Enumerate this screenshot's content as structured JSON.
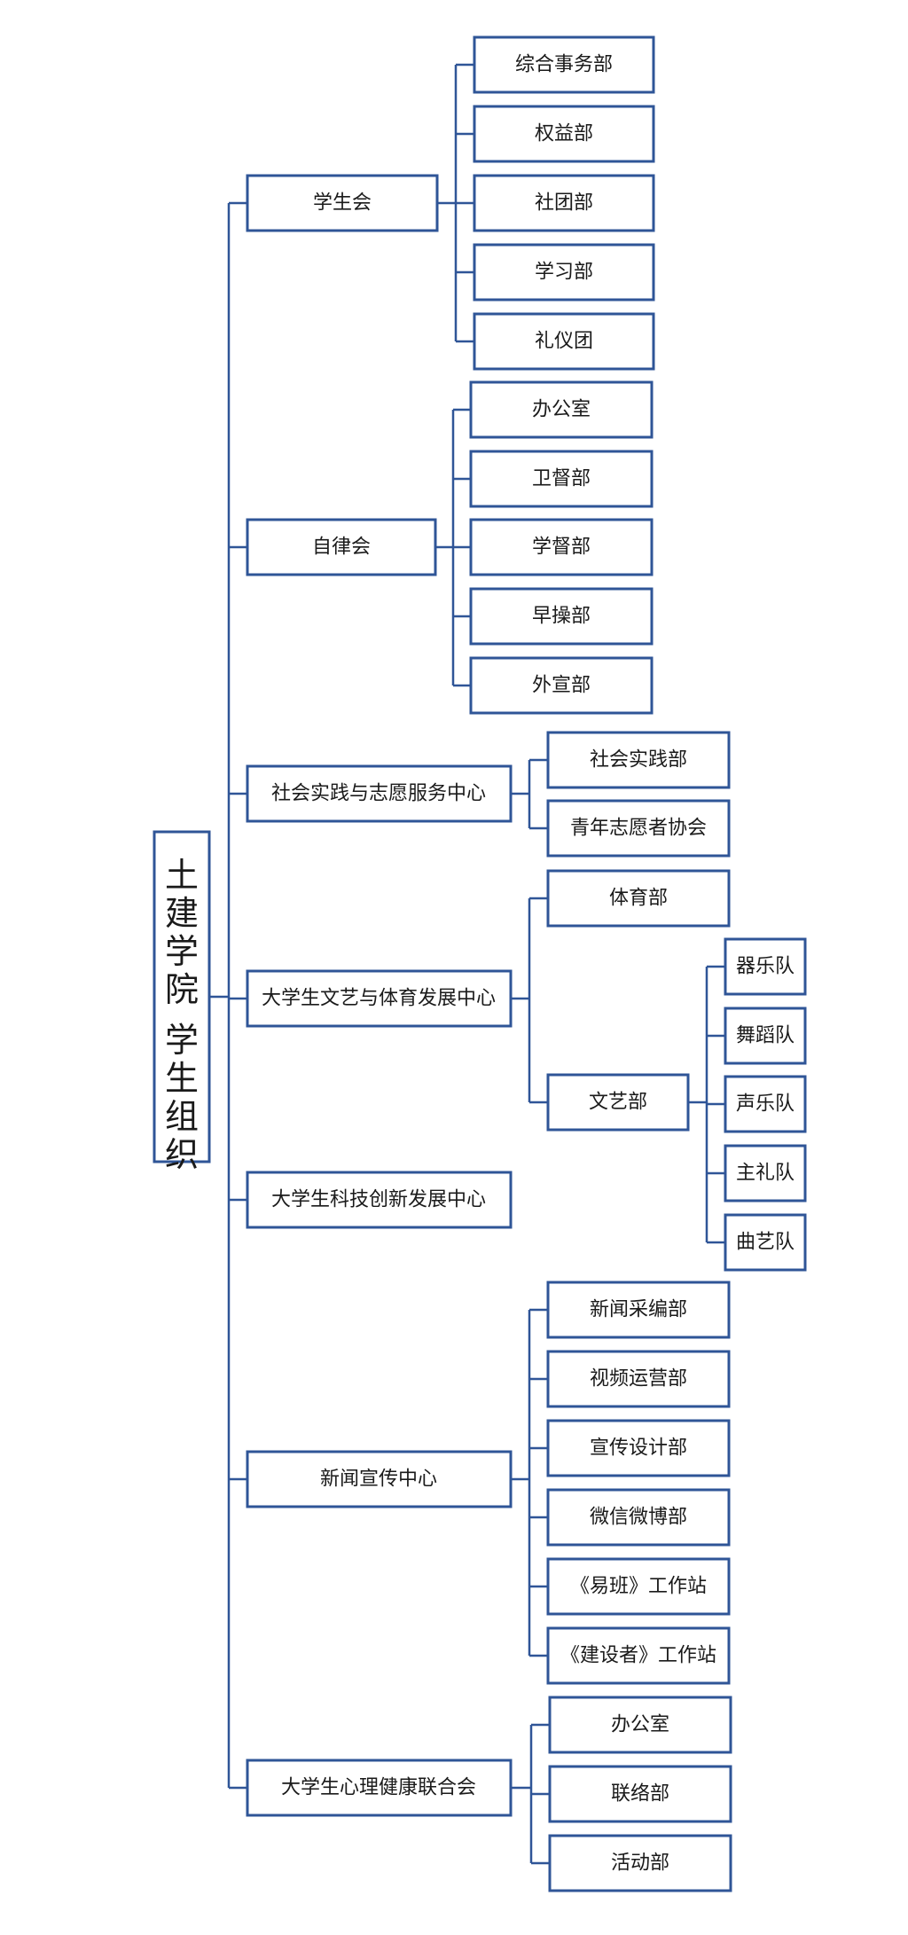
{
  "root": {
    "title": "土建学院 学生组织"
  },
  "colors": {
    "line": "#2F5597",
    "box_fill": "#ffffff",
    "text": "#1a1a1a"
  },
  "nodes": [
    {
      "label": "学生会",
      "children": [
        {
          "label": "综合事务部"
        },
        {
          "label": "权益部"
        },
        {
          "label": "社团部"
        },
        {
          "label": "学习部"
        },
        {
          "label": "礼仪团"
        }
      ]
    },
    {
      "label": "自律会",
      "children": [
        {
          "label": "办公室"
        },
        {
          "label": "卫督部"
        },
        {
          "label": "学督部"
        },
        {
          "label": "早操部"
        },
        {
          "label": "外宣部"
        }
      ]
    },
    {
      "label": "社会实践与志愿服务中心",
      "children": [
        {
          "label": "社会实践部"
        },
        {
          "label": "青年志愿者协会"
        }
      ]
    },
    {
      "label": "大学生文艺与体育发展中心",
      "children": [
        {
          "label": "体育部"
        },
        {
          "label": "文艺部",
          "children": [
            {
              "label": "器乐队"
            },
            {
              "label": "舞蹈队"
            },
            {
              "label": "声乐队"
            },
            {
              "label": "主礼队"
            },
            {
              "label": "曲艺队"
            }
          ]
        }
      ]
    },
    {
      "label": "大学生科技创新发展中心",
      "children": []
    },
    {
      "label": "新闻宣传中心",
      "children": [
        {
          "label": "新闻采编部"
        },
        {
          "label": "视频运营部"
        },
        {
          "label": "宣传设计部"
        },
        {
          "label": "微信微博部"
        },
        {
          "label": "《易班》工作站"
        },
        {
          "label": "《建设者》工作站"
        }
      ]
    },
    {
      "label": "大学生心理健康联合会",
      "children": [
        {
          "label": "办公室"
        },
        {
          "label": "联络部"
        },
        {
          "label": "活动部"
        }
      ]
    }
  ]
}
